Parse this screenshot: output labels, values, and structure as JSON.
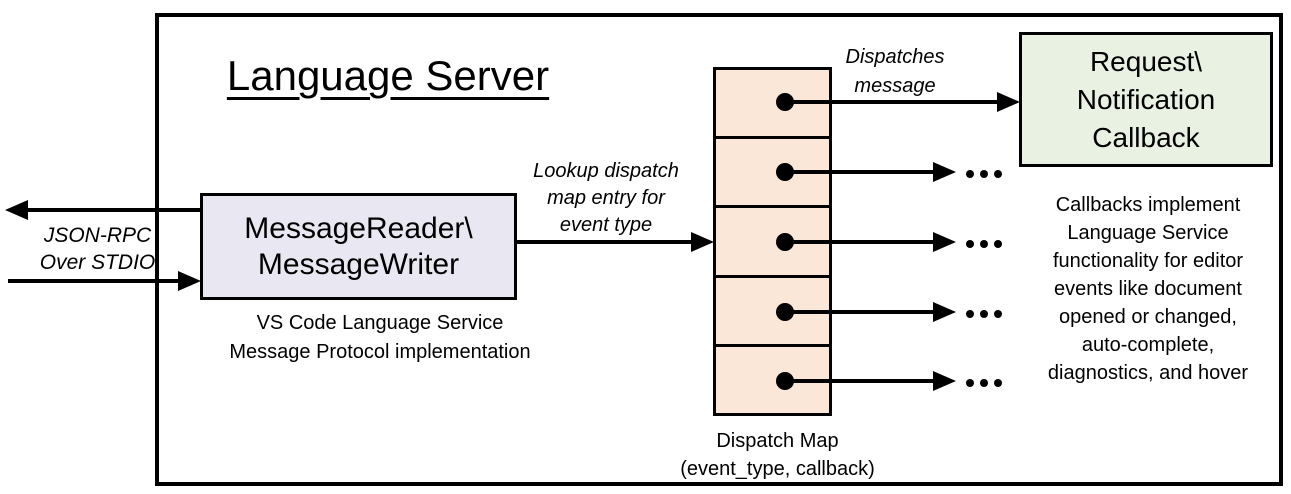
{
  "title": "Language Server",
  "stdio": {
    "lines": [
      "JSON-RPC",
      "Over STDIO"
    ]
  },
  "reader_box": {
    "lines": [
      "MessageReader\\",
      "MessageWriter"
    ],
    "caption_lines": [
      "VS Code Language Service",
      "Message Protocol implementation"
    ]
  },
  "lookup_label": {
    "lines": [
      "Lookup dispatch",
      "map entry for",
      "event type"
    ]
  },
  "dispatch_map": {
    "row_count": 5,
    "caption_lines": [
      "Dispatch Map",
      "(event_type, callback)"
    ],
    "overflow_indicator": "..."
  },
  "dispatches_label": {
    "lines": [
      "Dispatches",
      "message"
    ]
  },
  "callback_box": {
    "lines": [
      "Request\\",
      "Notification",
      "Callback"
    ]
  },
  "callbacks_note": {
    "lines": [
      "Callbacks implement",
      "Language Service",
      "functionality for editor",
      "events like document",
      "opened or changed,",
      "auto-complete,",
      "diagnostics, and hover"
    ]
  },
  "colors": {
    "reader_fill": "#E9E8F2",
    "map_fill": "#FBE7D8",
    "callback_fill": "#E9F1E2",
    "line": "#000000"
  }
}
